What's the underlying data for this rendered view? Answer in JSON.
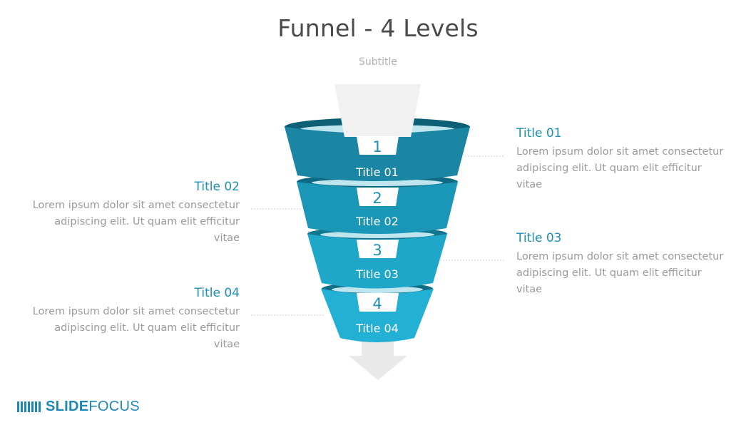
{
  "title": "Funnel - 4 Levels",
  "subtitle": "Subtitle",
  "colors": {
    "level1": "#1a86a3",
    "level2": "#1a96b7",
    "level3": "#1ea7c8",
    "level4": "#22b1d4",
    "accent_text": "#1c8fb3",
    "body_text": "#9a9a9a",
    "brand": "#1e88b6"
  },
  "levels": [
    {
      "number": "1",
      "label": "Title 01"
    },
    {
      "number": "2",
      "label": "Title 02"
    },
    {
      "number": "3",
      "label": "Title 03"
    },
    {
      "number": "4",
      "label": "Title 04"
    }
  ],
  "callouts": {
    "item01": {
      "title": "Title 01",
      "text": "Lorem ipsum dolor sit amet consectetur adipiscing elit. Ut quam elit efficitur vitae"
    },
    "item02": {
      "title": "Title 02",
      "text": "Lorem ipsum dolor sit amet consectetur adipiscing elit. Ut quam elit efficitur vitae"
    },
    "item03": {
      "title": "Title 03",
      "text": "Lorem ipsum dolor sit amet consectetur adipiscing elit. Ut quam elit efficitur vitae"
    },
    "item04": {
      "title": "Title 04",
      "text": "Lorem ipsum dolor sit amet consectetur adipiscing elit. Ut quam elit efficitur vitae"
    }
  },
  "brand": {
    "strong": "SLIDE",
    "light": "FOCUS"
  }
}
